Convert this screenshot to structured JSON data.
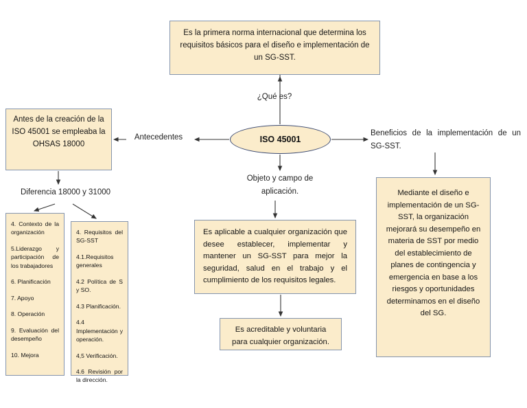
{
  "diagram": {
    "title_node": {
      "id": "iso-45001",
      "label": "ISO 45001"
    },
    "nodes": {
      "definition": "Es la primera norma internacional que determina los requisitos básicos para el diseño e implementación de un SG-SST.",
      "antecedentes_box": "Antes de la creación de la ISO 45001 se empleaba la OHSAS 18000",
      "aplicacion": "Es aplicable a cualquier organización que desee establecer, implementar y mantener un SG-SST para mejor la seguridad, salud en el trabajo y el cumplimiento de los requisitos legales.",
      "acreditable": "Es acreditable y voluntaria para cualquier organización.",
      "beneficios_detalle": "Mediante el diseño e implementación de un SG-SST, la organización mejorará su desempeño en materia de SST por medio del establecimiento de planes de contingencia y emergencia en base a los riesgos y oportunidades determinamos en el diseño del SG."
    },
    "edge_labels": {
      "que_es": "¿Qué es?",
      "antecedentes": "Antecedentes",
      "objeto_y_campo": "Objeto y campo de aplicación.",
      "beneficios": "Beneficios de la implementación de un SG-SST.",
      "diferencia": "Diferencia 18000 y 31000"
    },
    "list_left": {
      "items": [
        "4. Contexto de la organización",
        "5.Liderazgo y participación de los trabajadores",
        "6. Planificación",
        "7. Apoyo",
        "8. Operación",
        "9. Evaluación del desempeño",
        "10. Mejora"
      ]
    },
    "list_right": {
      "items": [
        "4. Requisitos del SG-SST",
        "4.1.Requisitos generales",
        "4.2 Política de S y SO.",
        "4.3 Planificación.",
        "4.4 Implementación y operación.",
        "4,5 Verificación.",
        "4.6 Revisión por la dirección."
      ]
    },
    "colors": {
      "node_fill": "#fbeccb",
      "node_border": "#8494ad",
      "ellipse_border": "#3b4a72",
      "connector": "#3a3a3a",
      "text": "#151515",
      "background": "#ffffff"
    }
  }
}
